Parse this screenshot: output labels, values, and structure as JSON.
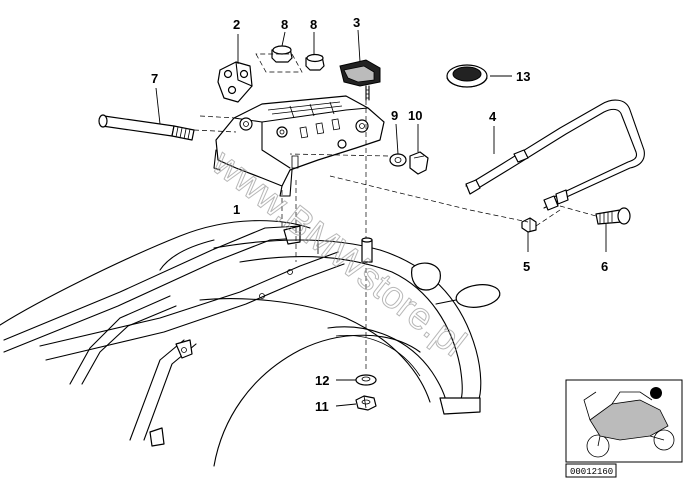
{
  "callouts": {
    "c1": "1",
    "c2": "2",
    "c3": "3",
    "c4": "4",
    "c5": "5",
    "c6": "6",
    "c7": "7",
    "c8a": "8",
    "c8b": "8",
    "c9": "9",
    "c10": "10",
    "c11": "11",
    "c12": "12",
    "c13": "13"
  },
  "watermark": "www.BMWstore.pl",
  "reference_number": "00012160"
}
